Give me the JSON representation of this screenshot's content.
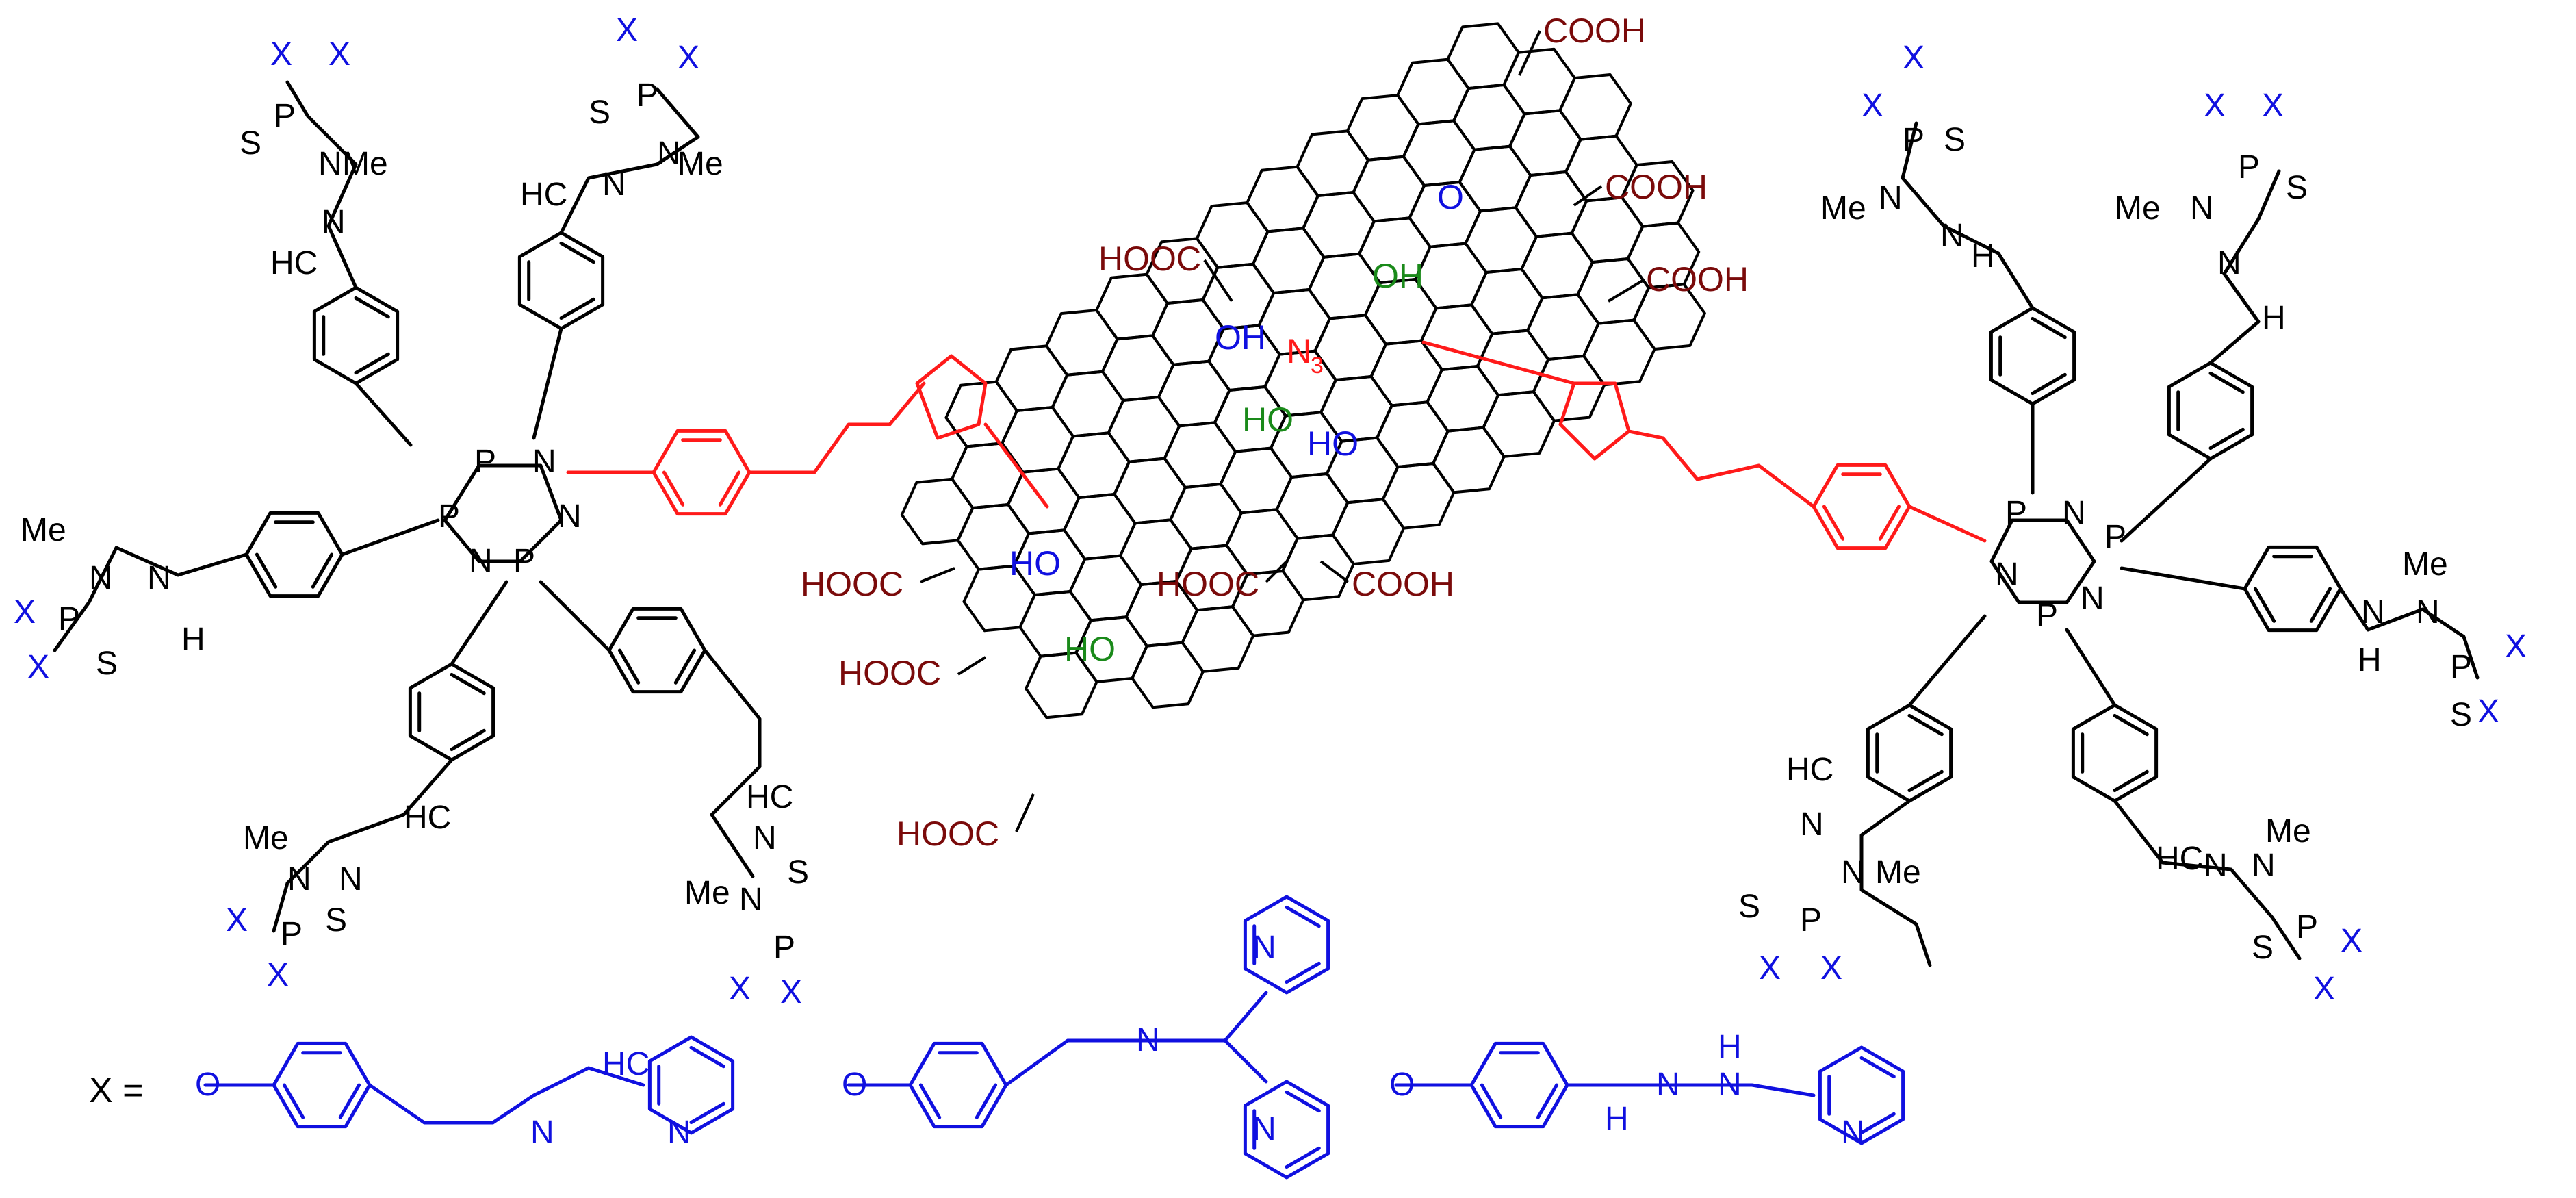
{
  "colors": {
    "linker": "#ff1a1a",
    "ligand": "#1010e0",
    "acid": "#7a0a0a",
    "hydroxyl": "#1a8a1a",
    "ring_atom": "#000000"
  },
  "atoms": {
    "P": "P",
    "N": "N",
    "O": "O",
    "S": "S",
    "X": "X",
    "Me": "Me",
    "H": "H",
    "HC": "HC",
    "NH": "H"
  },
  "graphene": {
    "cooh": "COOH",
    "hooc": "HOOC",
    "oh": "OH",
    "ho": "HO",
    "n3_main": "N",
    "n3_sub": "3",
    "epoxide": "O"
  },
  "legend": {
    "x_equals": "X ="
  }
}
